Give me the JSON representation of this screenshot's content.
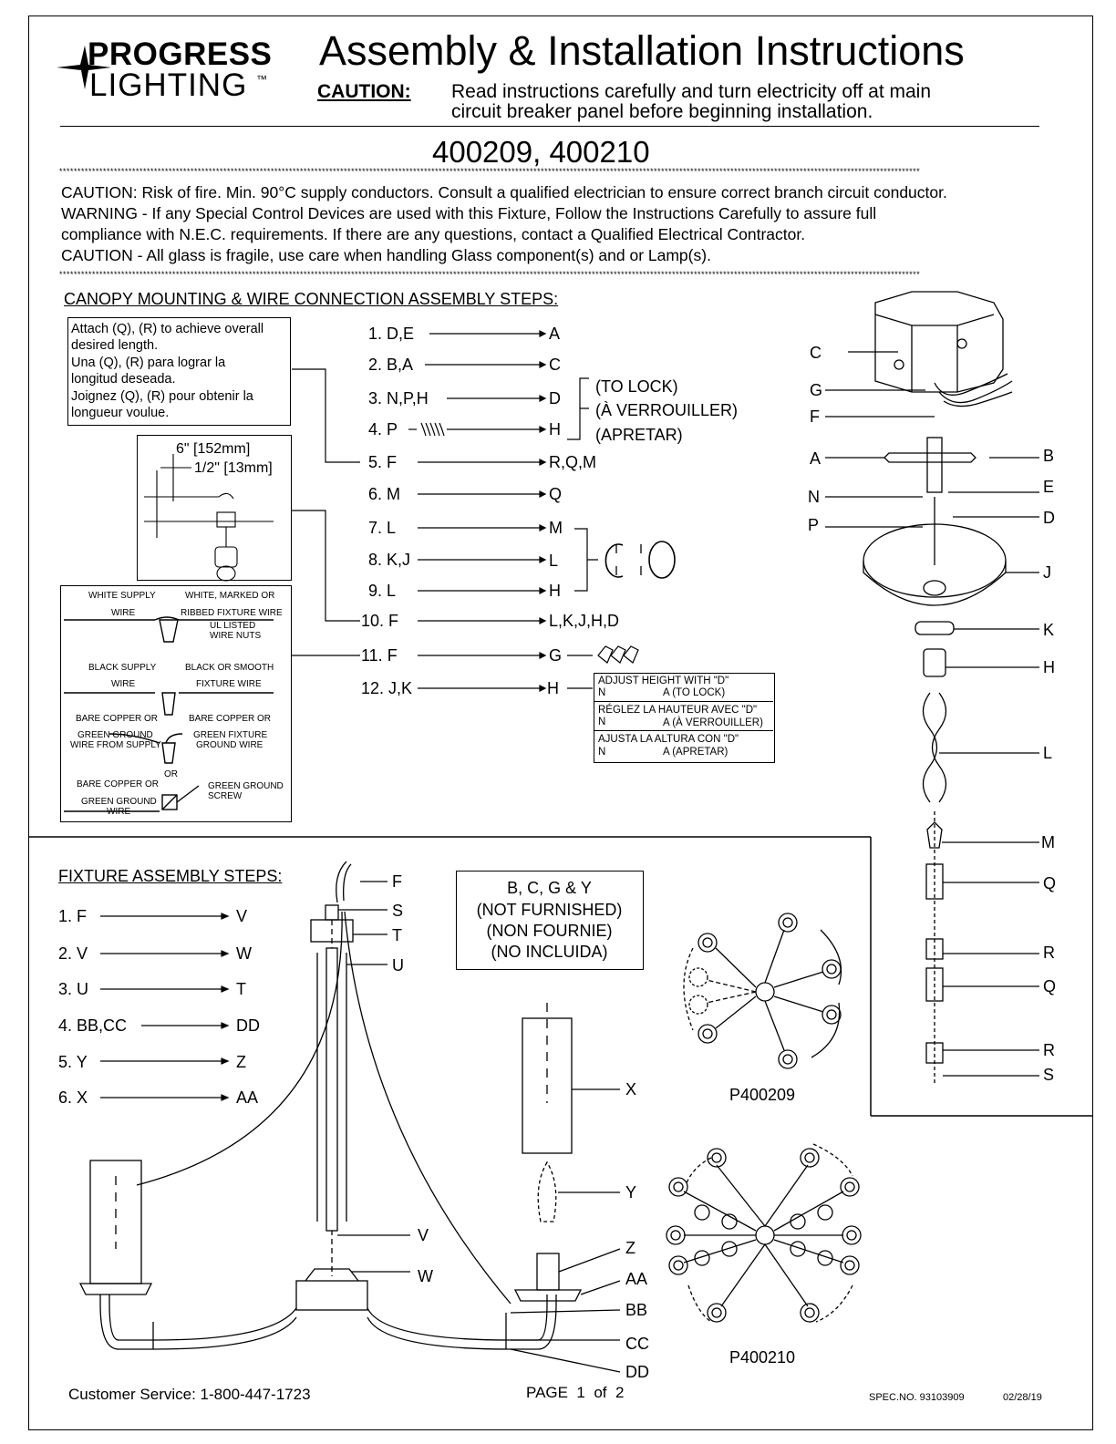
{
  "header": {
    "logo_line1": "PROGRESS",
    "logo_line2": "LIGHTING",
    "logo_tm": "™",
    "title": "Assembly & Installation Instructions",
    "caution_label": "CAUTION:",
    "caution_line1": "Read instructions carefully and turn electricity off at main",
    "caution_line2": "circuit breaker panel before beginning installation.",
    "model_numbers": "400209, 400210"
  },
  "warnings": {
    "line1": "CAUTION: Risk of fire. Min. 90°C supply conductors. Consult a qualified electrician to ensure correct branch circuit conductor.",
    "line2": "WARNING - If any Special Control Devices are used with this Fixture, Follow the Instructions Carefully to assure full",
    "line3": "compliance with N.E.C. requirements. If there are any questions, contact a Qualified Electrical Contractor.",
    "line4": "CAUTION - All glass is fragile, use care when handling Glass component(s) and or Lamp(s)."
  },
  "canopy": {
    "title": "CANOPY MOUNTING & WIRE CONNECTION ASSEMBLY STEPS:",
    "length_note": {
      "l1": "Attach (Q), (R)  to achieve  overall",
      "l2": "desired length.",
      "l3": "Una  (Q), (R) para lograr la",
      "l4": "longitud deseada.",
      "l5": "Joignez (Q), (R)  pour obtenir la",
      "l6": "longueur voulue."
    },
    "strip": {
      "dim1": "6\" [152mm]",
      "dim2": "1/2\" [13mm]"
    },
    "steps": [
      {
        "num": "1.",
        "from": "D,E",
        "to": "A"
      },
      {
        "num": "2.",
        "from": "B,A",
        "to": "C"
      },
      {
        "num": "3.",
        "from": "N,P,H",
        "to": "D"
      },
      {
        "num": "4.",
        "from": "P",
        "to": "H"
      },
      {
        "num": "5.",
        "from": "F",
        "to": "R,Q,M"
      },
      {
        "num": "6.",
        "from": "M",
        "to": "Q"
      },
      {
        "num": "7.",
        "from": "L",
        "to": "M"
      },
      {
        "num": "8.",
        "from": "K,J",
        "to": "L"
      },
      {
        "num": "9.",
        "from": "L",
        "to": "H"
      },
      {
        "num": "10.",
        "from": "F",
        "to": "L,K,J,H,D"
      },
      {
        "num": "11.",
        "from": "F",
        "to": "G"
      },
      {
        "num": "12.",
        "from": "J,K",
        "to": "H"
      }
    ],
    "lock": {
      "l1": "(TO LOCK)",
      "l2": "(À VERROUILLER)",
      "l3": "(APRETAR)"
    },
    "adjust": {
      "a1": "ADJUST HEIGHT WITH \"D\"",
      "a2": "A (TO LOCK)",
      "b1": "RÉGLEZ LA HAUTEUR AVEC \"D\"",
      "b2": "A (À VERROUILLER)",
      "c1": "AJUSTA LA ALTURA CON \"D\"",
      "c2": "A (APRETAR)",
      "n": "N"
    },
    "wiring": {
      "white_supply": "WHITE SUPPLY",
      "wire": "WIRE",
      "white_marked": "WHITE, MARKED OR",
      "ribbed": "RIBBED FIXTURE WIRE",
      "ul": "UL LISTED",
      "wire_nuts": "WIRE NUTS",
      "black_supply": "BLACK SUPPLY",
      "black_smooth": "BLACK OR SMOOTH",
      "fixture_wire": "FIXTURE WIRE",
      "bare1": "BARE COPPER OR",
      "green_ground_supply1": "GREEN GROUND",
      "green_ground_supply2": "WIRE FROM SUPPLY",
      "bare2": "BARE COPPER OR",
      "green_fixture1": "GREEN FIXTURE",
      "green_fixture2": "GROUND WIRE",
      "or": "OR",
      "bare3": "BARE COPPER OR",
      "green_ground_wire1": "GREEN GROUND",
      "green_ground_wire2": "WIRE",
      "screw1": "GREEN GROUND",
      "screw2": "SCREW"
    },
    "parts_right": {
      "C": "C",
      "G": "G",
      "F": "F",
      "A": "A",
      "N": "N",
      "P": "P",
      "B": "B",
      "E": "E",
      "D": "D",
      "J": "J",
      "K": "K",
      "H": "H",
      "L": "L",
      "M": "M",
      "Q1": "Q",
      "R1": "R",
      "Q2": "Q",
      "R2": "R",
      "S": "S"
    }
  },
  "fixture": {
    "title": "FIXTURE ASSEMBLY STEPS:",
    "steps": [
      {
        "num": "1.",
        "from": "F",
        "to": "V"
      },
      {
        "num": "2.",
        "from": "V",
        "to": "W"
      },
      {
        "num": "3.",
        "from": "U",
        "to": "T"
      },
      {
        "num": "4.",
        "from": "BB,CC",
        "to": "DD"
      },
      {
        "num": "5.",
        "from": "Y",
        "to": "Z"
      },
      {
        "num": "6.",
        "from": "X",
        "to": "AA"
      }
    ],
    "not_furnished": {
      "l1": "B, C, G & Y",
      "l2": "(NOT FURNISHED)",
      "l3": "(NON FOURNIE)",
      "l4": "(NO INCLUIDA)"
    },
    "labels": {
      "F": "F",
      "S": "S",
      "T": "T",
      "U": "U",
      "X": "X",
      "Y": "Y",
      "V": "V",
      "W": "W",
      "Z": "Z",
      "AA": "AA",
      "BB": "BB",
      "CC": "CC",
      "DD": "DD"
    },
    "model_a": "P400209",
    "model_b": "P400210"
  },
  "footer": {
    "service": "Customer Service: 1-800-447-1723",
    "page": "PAGE  1  of  2",
    "spec": "SPEC.NO.  93103909",
    "date": "02/28/19"
  }
}
